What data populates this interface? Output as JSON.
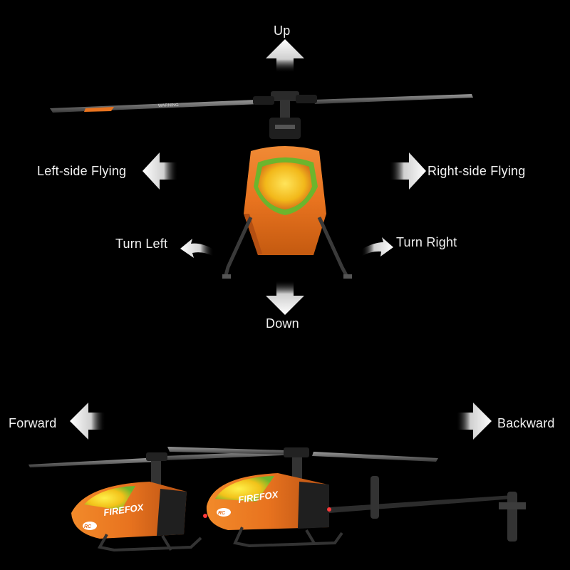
{
  "labels": {
    "up": "Up",
    "down": "Down",
    "left_side": "Left-side Flying",
    "right_side": "Right-side Flying",
    "turn_left": "Turn Left",
    "turn_right": "Turn Right",
    "forward": "Forward",
    "backward": "Backward"
  },
  "helicopter": {
    "decal_left": "FIREFOX",
    "decal_right": "FIREFOX",
    "warning": "WARNING",
    "badge": "RC"
  },
  "colors": {
    "background": "#000000",
    "body_orange": "#e8731f",
    "canopy_yellow": "#f2c21a",
    "canopy_green": "#6cb52d",
    "label_text": "#f2f2f2"
  }
}
